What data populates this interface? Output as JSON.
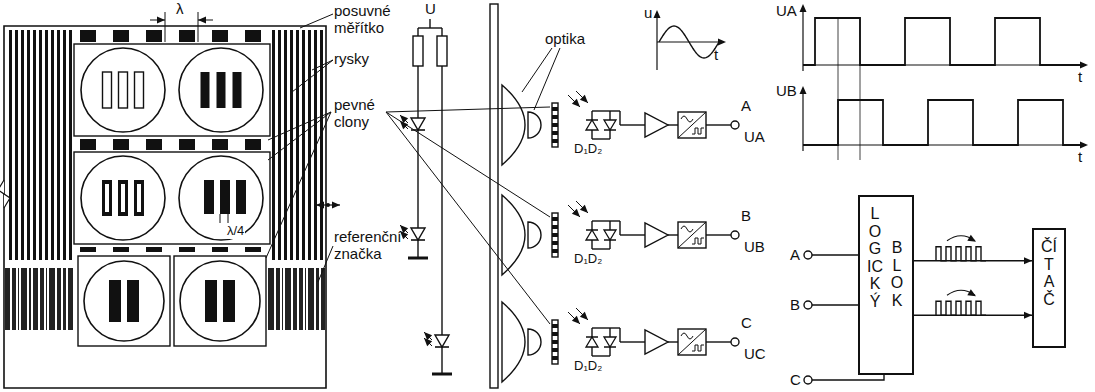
{
  "diagram": {
    "nodes": [
      {
        "text": [
          "LOGICKÝ",
          "BLOK"
        ]
      },
      {
        "text": [
          "ČÍTAČ"
        ]
      }
    ],
    "edges": [
      {
        "from": 0,
        "to": 1,
        "arrow": "to"
      },
      {
        "from": 0,
        "to": 1,
        "arrow": "to"
      }
    ],
    "labels": [
      "λ",
      "posuvné měřítko",
      "rysky",
      "pevné clony",
      "λ/4",
      "referenční značka",
      "U",
      "optika",
      "u",
      "t",
      "D₁D₂",
      "A",
      "UA",
      "D₁D₂",
      "B",
      "UB",
      "D₁D₂",
      "C",
      "UC",
      "UA",
      "t",
      "UB",
      "t",
      "A",
      "B",
      "C"
    ]
  }
}
